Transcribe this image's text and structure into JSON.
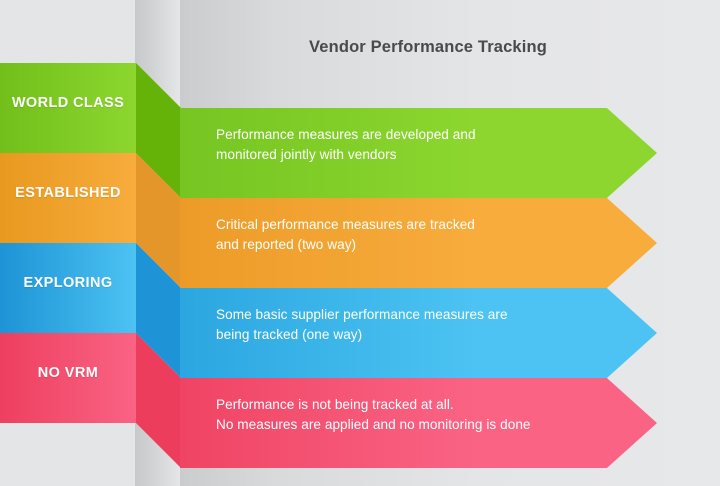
{
  "header": {
    "title": "Vendor Performance Tracking"
  },
  "theme": {
    "background": "#e7e8ea",
    "background_left": "#e3e5e6",
    "title_color": "#4a4a4a",
    "text_color": "#ffffff"
  },
  "chart_data": {
    "type": "bar",
    "title": "Vendor Performance Tracking",
    "xlabel": "",
    "ylabel": "",
    "orientation": "horizontal",
    "style": "stacked-maturity-arrows",
    "legend": "none",
    "grid": false,
    "categories": [
      "WORLD CLASS",
      "ESTABLISHED",
      "EXPLORING",
      "NO VRM"
    ],
    "values": [
      4,
      3,
      2,
      1
    ],
    "colors": [
      "#8cd62f",
      "#f3a32c",
      "#46bef0",
      "#f9567c"
    ],
    "annotations": [
      "Performance measures are developed and monitored jointly with vendors",
      "Critical performance measures are tracked and reported (two way)",
      "Some basic supplier performance measures are being tracked (one way)",
      "Performance is not being tracked at all. No measures are applied and no monitoring is done"
    ]
  },
  "bands": [
    {
      "level": "WORLD CLASS",
      "rank": 4,
      "line1": "Performance measures are developed and",
      "line2": "monitored jointly with vendors",
      "color_light": "#8cd62f",
      "color_mid": "#76c522",
      "color_dark": "#65b308",
      "color_block_from": "#72bf1b",
      "color_block_to": "#8ed731"
    },
    {
      "level": "ESTABLISHED",
      "rank": 3,
      "line1": "Critical performance measures are tracked",
      "line2": "and reported (two way)",
      "color_light": "#f7ac3c",
      "color_mid": "#ed9b28",
      "color_dark": "#e5962b",
      "color_block_from": "#e8991f",
      "color_block_to": "#f5ad3e"
    },
    {
      "level": "EXPLORING",
      "rank": 2,
      "line1": "Some basic supplier performance measures are",
      "line2": "being tracked (one way)",
      "color_light": "#4cc3f2",
      "color_mid": "#2ba6e0",
      "color_dark": "#1e93d6",
      "color_block_from": "#1e93d6",
      "color_block_to": "#4cc3f2"
    },
    {
      "level": "NO VRM",
      "rank": 1,
      "line1": "Performance is not being tracked at all.",
      "line2": "No measures are applied and no monitoring is done",
      "color_light": "#fa6384",
      "color_mid": "#f04464",
      "color_dark": "#ec3d5c",
      "color_block_from": "#ee3f5f",
      "color_block_to": "#fa6c8b"
    }
  ]
}
